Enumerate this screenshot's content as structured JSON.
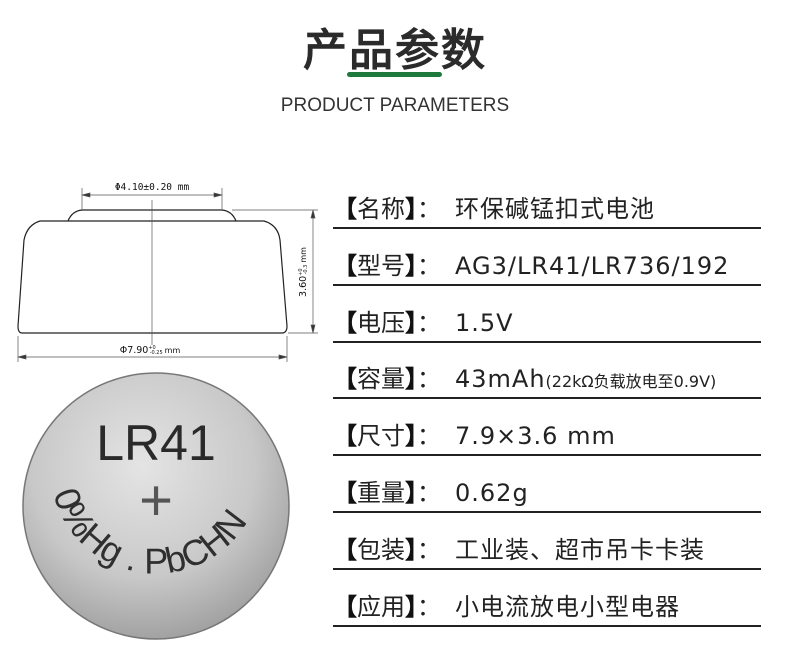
{
  "header": {
    "title": "产品参数",
    "subtitle": "PRODUCT PARAMETERS",
    "accent": "#1e7a3c"
  },
  "drawing": {
    "top_diameter": "Φ4.10±0.20 mm",
    "height": "3.60",
    "height_tol_upper": "+0",
    "height_tol_lower": "-0.3",
    "height_unit": "mm",
    "bottom_diameter": "Φ7.90",
    "bottom_tol_upper": "+0",
    "bottom_tol_lower": "-0.25",
    "bottom_unit": "mm"
  },
  "coin": {
    "model": "LR41",
    "polarity": "+",
    "marking": "0%Hg . PbCHN"
  },
  "specs": [
    {
      "label": "名称",
      "value": "环保碱锰扣式电池"
    },
    {
      "label": "型号",
      "value": "AG3/LR41/LR736/192"
    },
    {
      "label": "电压",
      "value": "1.5V"
    },
    {
      "label": "容量",
      "value": "43mAh",
      "note": "(22kΩ负载放电至0.9V)"
    },
    {
      "label": "尺寸",
      "value": "7.9×3.6 mm"
    },
    {
      "label": "重量",
      "value": "0.62g"
    },
    {
      "label": "包装",
      "value": "工业装、超市吊卡卡装"
    },
    {
      "label": "应用",
      "value": "小电流放电小型电器"
    }
  ],
  "brackets": {
    "open": "【",
    "close": "】",
    "colon": "："
  }
}
